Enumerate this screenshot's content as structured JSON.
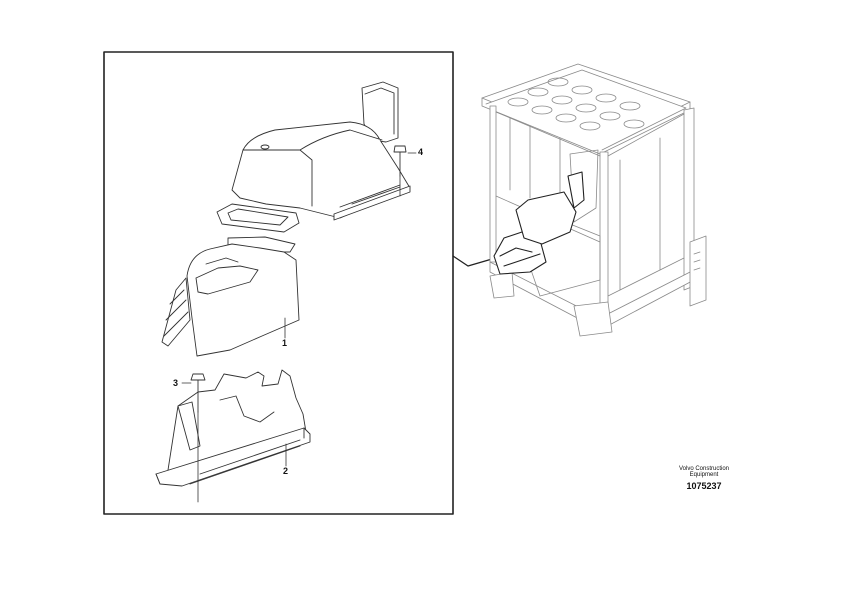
{
  "labels": {
    "part_1": "1",
    "part_2": "2",
    "part_3": "3",
    "part_4": "4"
  },
  "caption": {
    "brand": "Volvo Construction Equipment",
    "document_number": "1075237"
  },
  "colors": {
    "line": "#333333",
    "faint_line": "#8a8a8a",
    "frame": "#222222",
    "fill": "#ffffff"
  }
}
